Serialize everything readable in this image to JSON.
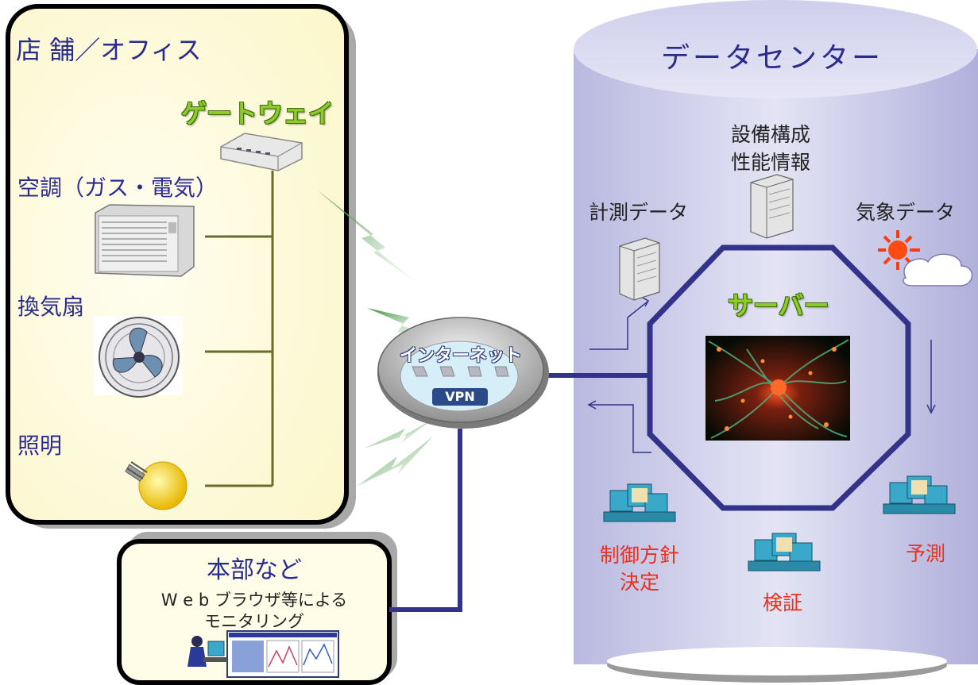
{
  "store": {
    "title": "店 舗／オフィス",
    "gateway_label": "ゲートウェイ",
    "devices": [
      "空調（ガス・電気）",
      "換気扇",
      "照明"
    ]
  },
  "hq": {
    "title": "本部など",
    "desc_line1": "W e b ブラウザ等による",
    "desc_line2": "モニタリング"
  },
  "network": {
    "label1": "インターネット",
    "label2": "VPN"
  },
  "datacenter": {
    "title": "データセンター",
    "equipment_line1": "設備構成",
    "equipment_line2": "性能情報",
    "measurement": "計測データ",
    "weather": "気象データ",
    "server": "サーバー",
    "control_line1": "制御方針",
    "control_line2": "決定",
    "verify": "検証",
    "predict": "予測"
  },
  "colors": {
    "store_fill": "#fffce0",
    "datacenter_fill": "#c8c8e8",
    "connector_blue": "#33338a",
    "line_olive": "#6b6b2a",
    "label_blue": "#2b2b8f",
    "label_red": "#e8301a",
    "accent_green": "#8fcc2a"
  },
  "icons": [
    "router-icon",
    "air-conditioner-icon",
    "fan-icon",
    "light-bulb-icon",
    "server-tower-icon",
    "sun-cloud-icon",
    "workstation-icon",
    "neural-network-image",
    "monitoring-screenshot"
  ]
}
